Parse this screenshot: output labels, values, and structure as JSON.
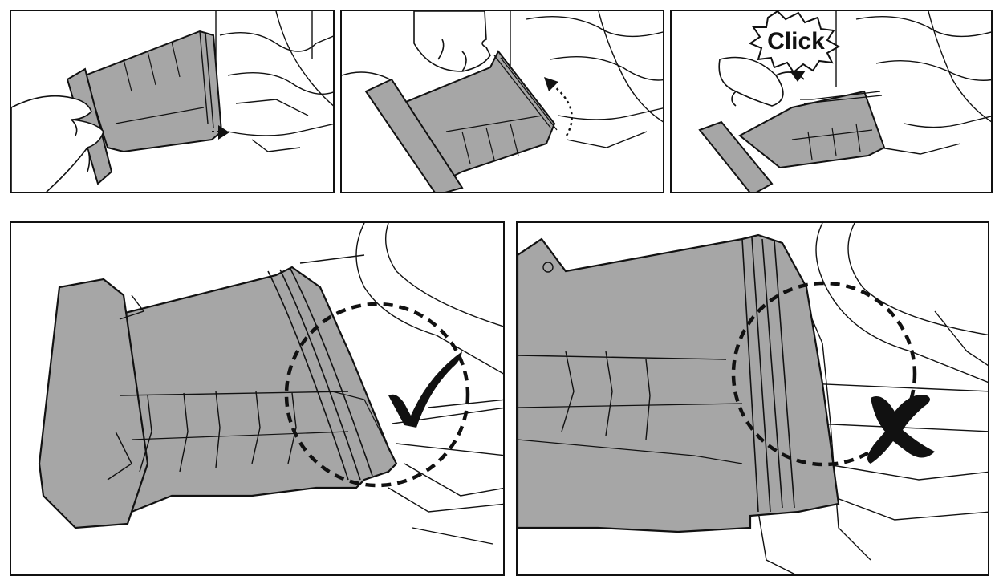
{
  "steps": [
    {
      "id": 1,
      "action": "hook-bottom-of-duct"
    },
    {
      "id": 2,
      "action": "swing-duct-up"
    },
    {
      "id": 3,
      "action": "press-until-click"
    },
    {
      "id": 4,
      "status": "correct"
    },
    {
      "id": 5,
      "status": "incorrect"
    }
  ],
  "click_label": "Click",
  "colors": {
    "part_fill": "#a6a6a6",
    "line": "#111111",
    "background": "#ffffff"
  },
  "icons": [
    "hand-icon",
    "arrow-icon",
    "click-burst-icon",
    "checkmark-icon",
    "cross-icon",
    "dashed-circle"
  ]
}
